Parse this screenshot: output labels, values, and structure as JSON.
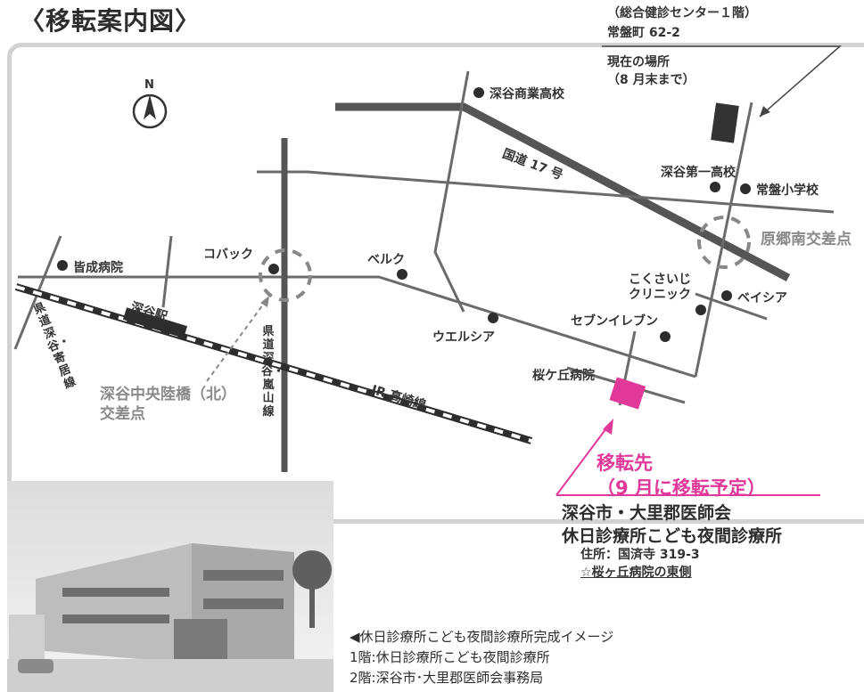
{
  "title": "〈移転案内図〉",
  "current_location": {
    "building": "（総合健診センター１階）",
    "address": "常盤町 62-2",
    "label_line1": "現在の場所",
    "label_line2": "（8 月末まで）"
  },
  "compass": {
    "letter": "N"
  },
  "landmarks": {
    "fukaya_commercial_hs": "深谷商業高校",
    "route17": "国道 17 号",
    "fukaya_daiichi_hs": "深谷第一高校",
    "tokiwa_elementary": "常盤小学校",
    "harago_minami": "原郷南交差点",
    "minasei_hospital": "皆成病院",
    "kobakku": "コバック",
    "beruku": "ベルク",
    "kokusai_clinic_1": "こくさいじ",
    "kokusai_clinic_2": "クリニック",
    "beisia": "ベイシア",
    "fukaya_station": "深谷駅",
    "uelsia": "ウエルシア",
    "seven_eleven": "セブンイレブン",
    "sakuragaoka_hospital": "桜ケ丘病院",
    "jr_line": "JR 高崎線",
    "crossing_1": "深谷中央陸橋（北）",
    "crossing_2": "交差点",
    "pref_road_yorii": "県道深谷・寄居線",
    "pref_road_ranzan": "県道深谷・嵐山線"
  },
  "destination": {
    "label": "移転先",
    "note": "（9 月に移転予定）",
    "org1": "深谷市・大里郡医師会",
    "org2": "休日診療所こども夜間診療所",
    "address": "住所：国済寺 319-3",
    "address_note": "☆桜ヶ丘病院の東側"
  },
  "caption": {
    "line1": "◀休日診療所こども夜間診療所完成イメージ",
    "line2": "1階:休日診療所こども夜間診療所",
    "line3": "2階:深谷市･大里郡医師会事務局"
  },
  "colors": {
    "road": "#6b6b6b",
    "main_road": "#555555",
    "pink": "#e0399a",
    "frame": "#d2d2d2",
    "gray_text": "#8a8a8a"
  }
}
